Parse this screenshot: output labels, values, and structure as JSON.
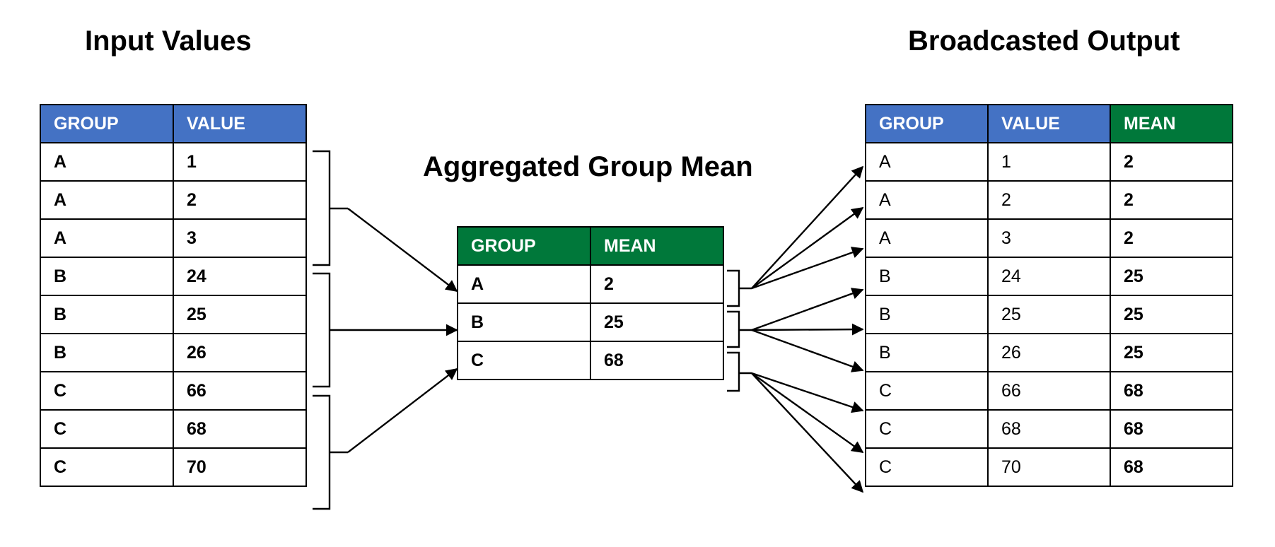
{
  "titles": {
    "input": "Input Values",
    "aggregated": "Aggregated Group Mean",
    "output": "Broadcasted Output"
  },
  "colors": {
    "header_blue": "#4472C4",
    "header_green": "#00783A"
  },
  "input_table": {
    "headers": [
      "GROUP",
      "VALUE"
    ],
    "rows": [
      [
        "A",
        "1"
      ],
      [
        "A",
        "2"
      ],
      [
        "A",
        "3"
      ],
      [
        "B",
        "24"
      ],
      [
        "B",
        "25"
      ],
      [
        "B",
        "26"
      ],
      [
        "C",
        "66"
      ],
      [
        "C",
        "68"
      ],
      [
        "C",
        "70"
      ]
    ]
  },
  "aggregated_table": {
    "headers": [
      "GROUP",
      "MEAN"
    ],
    "rows": [
      [
        "A",
        "2"
      ],
      [
        "B",
        "25"
      ],
      [
        "C",
        "68"
      ]
    ]
  },
  "output_table": {
    "headers": [
      "GROUP",
      "VALUE",
      "MEAN"
    ],
    "rows": [
      [
        "A",
        "1",
        "2"
      ],
      [
        "A",
        "2",
        "2"
      ],
      [
        "A",
        "3",
        "2"
      ],
      [
        "B",
        "24",
        "25"
      ],
      [
        "B",
        "25",
        "25"
      ],
      [
        "B",
        "26",
        "25"
      ],
      [
        "C",
        "66",
        "68"
      ],
      [
        "C",
        "68",
        "68"
      ],
      [
        "C",
        "70",
        "68"
      ]
    ]
  }
}
